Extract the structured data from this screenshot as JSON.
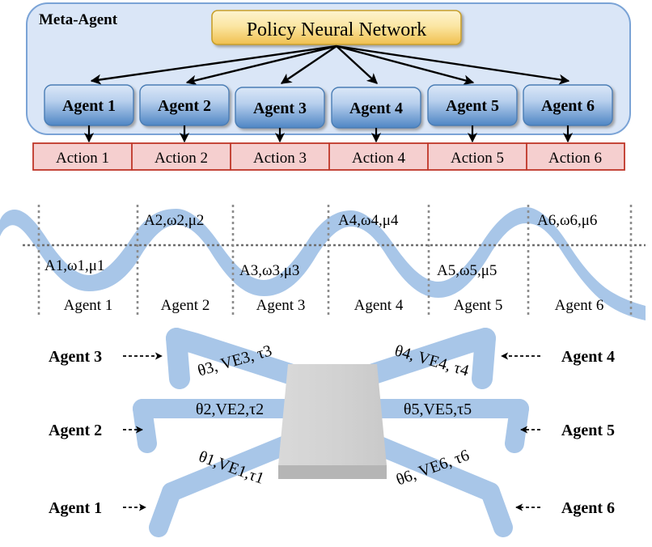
{
  "meta_agent": {
    "title": "Meta-Agent",
    "policy_box": {
      "label": "Policy Neural Network",
      "fill_top": "#fdf0c0",
      "fill_bottom": "#f0c75a",
      "border": "#c8a02a"
    },
    "container": {
      "fill": "#dae6f7",
      "border": "#7aa3d6"
    },
    "agents": [
      {
        "label": "Agent 1"
      },
      {
        "label": "Agent 2"
      },
      {
        "label": "Agent 3"
      },
      {
        "label": "Agent 4"
      },
      {
        "label": "Agent 5"
      },
      {
        "label": "Agent 6"
      }
    ],
    "agent_box_colors": {
      "fill_top": "#cfe0f5",
      "fill_bottom": "#5a8ec9",
      "border": "#4a7db5"
    },
    "actions": [
      {
        "label": "Action 1"
      },
      {
        "label": "Action 2"
      },
      {
        "label": "Action 3"
      },
      {
        "label": "Action 4"
      },
      {
        "label": "Action 5"
      },
      {
        "label": "Action 6"
      }
    ],
    "action_box_colors": {
      "fill": "#f5cfcf",
      "border": "#c0392b"
    }
  },
  "wave_section": {
    "wave_color": "#a8c6e8",
    "divider_color": "#7f7f7f",
    "columns": [
      {
        "agent_label": "Agent 1",
        "param_label": "A1,ω1,μ1",
        "position": "below"
      },
      {
        "agent_label": "Agent 2",
        "param_label": "A2,ω2,μ2",
        "position": "above"
      },
      {
        "agent_label": "Agent 3",
        "param_label": "A3,ω3,μ3",
        "position": "below"
      },
      {
        "agent_label": "Agent 4",
        "param_label": "A4,ω4,μ4",
        "position": "above"
      },
      {
        "agent_label": "Agent 5",
        "param_label": "A5,ω5,μ5",
        "position": "below"
      },
      {
        "agent_label": "Agent 6",
        "param_label": "A6,ω6,μ6",
        "position": "above"
      }
    ]
  },
  "robot_section": {
    "leg_color": "#a8c6e8",
    "body_color_top": "#d4d4d4",
    "body_color_base": "#b5b5b5",
    "legs": [
      {
        "id": "leg1",
        "label": "θ1,VE1,τ1",
        "agent_label": "Agent 1",
        "side": "left"
      },
      {
        "id": "leg2",
        "label": "θ2,VE2,τ2",
        "agent_label": "Agent 2",
        "side": "left"
      },
      {
        "id": "leg3",
        "label": "θ3, VE3, τ3",
        "agent_label": "Agent 3",
        "side": "left"
      },
      {
        "id": "leg4",
        "label": "θ4, VE4, τ4",
        "agent_label": "Agent 4",
        "side": "right"
      },
      {
        "id": "leg5",
        "label": "θ5,VE5,τ5",
        "agent_label": "Agent 5",
        "side": "right"
      },
      {
        "id": "leg6",
        "label": "θ6, VE6, τ6",
        "agent_label": "Agent 6",
        "side": "right"
      }
    ]
  }
}
